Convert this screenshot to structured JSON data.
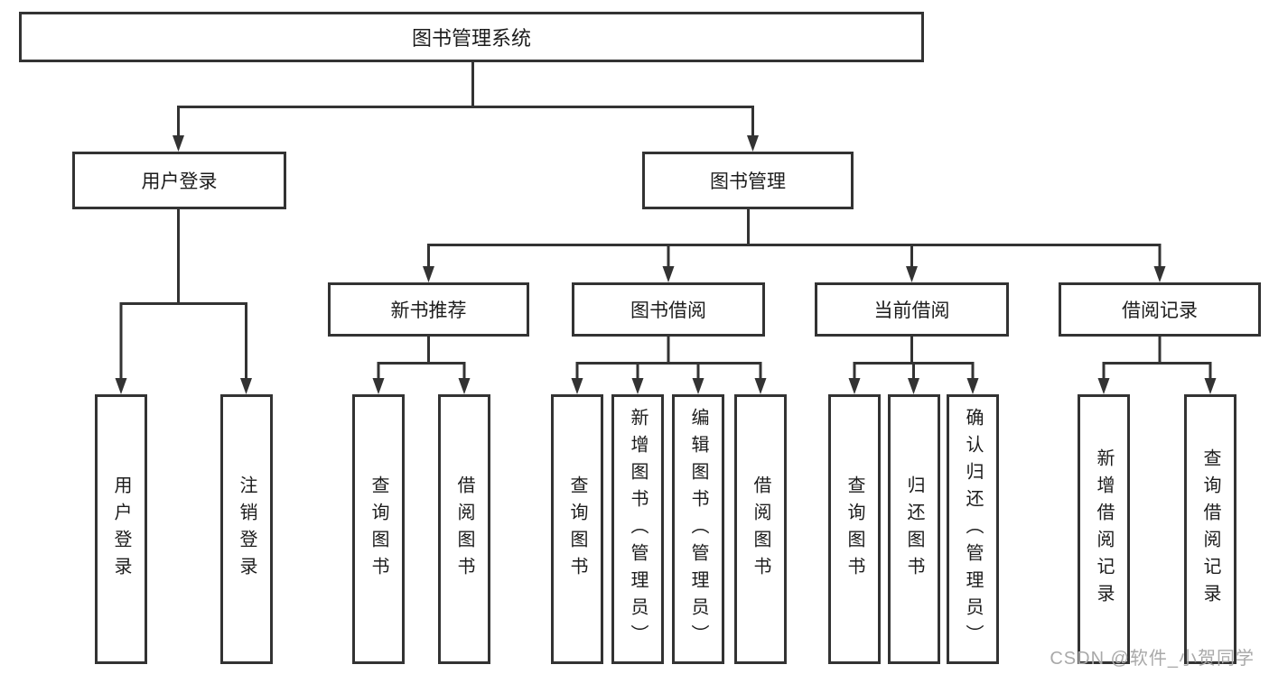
{
  "tree": {
    "label": "图书管理系统",
    "children": [
      {
        "label": "用户登录",
        "children": [
          {
            "label": "用户登录"
          },
          {
            "label": "注销登录"
          }
        ]
      },
      {
        "label": "图书管理",
        "children": [
          {
            "label": "新书推荐",
            "children": [
              {
                "label": "查询图书"
              },
              {
                "label": "借阅图书"
              }
            ]
          },
          {
            "label": "图书借阅",
            "children": [
              {
                "label": "查询图书"
              },
              {
                "label": "新增图书（管理员）"
              },
              {
                "label": "编辑图书（管理员）"
              },
              {
                "label": "借阅图书"
              }
            ]
          },
          {
            "label": "当前借阅",
            "children": [
              {
                "label": "查询图书"
              },
              {
                "label": "归还图书"
              },
              {
                "label": "确认归还（管理员）"
              }
            ]
          },
          {
            "label": "借阅记录",
            "children": [
              {
                "label": "新增借阅记录"
              },
              {
                "label": "查询借阅记录"
              }
            ]
          }
        ]
      }
    ]
  },
  "watermark": "CSDN @软件_小贺同学",
  "colors": {
    "line": "#333333",
    "box_border": "#333333",
    "box_background": "#ffffff",
    "text": "#1c1c1c",
    "watermark": "#a9a9a9",
    "page_background": "#ffffff"
  }
}
